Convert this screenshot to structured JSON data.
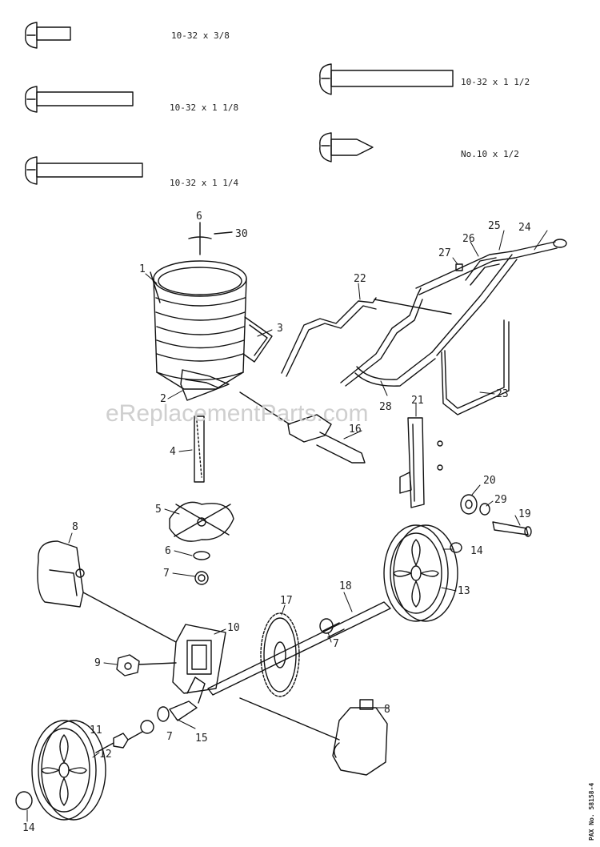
{
  "screws": {
    "s1": "10-32 x 3/8",
    "s2": "10-32 x 1 1/8",
    "s3": "10-32 x 1 1/4",
    "s4": "10-32 x 1 1/2",
    "s5": "No.10 x 1/2"
  },
  "labels": {
    "p1": "1",
    "p2": "2",
    "p3": "3",
    "p4": "4",
    "p5": "5",
    "p6": "6",
    "p6b": "6",
    "p7a": "7",
    "p7b": "7",
    "p7c": "7",
    "p8a": "8",
    "p8b": "8",
    "p9": "9",
    "p10": "10",
    "p11": "11",
    "p12": "12",
    "p13": "13",
    "p14a": "14",
    "p14b": "14",
    "p15": "15",
    "p16": "16",
    "p17": "17",
    "p18": "18",
    "p19": "19",
    "p20": "20",
    "p21": "21",
    "p22": "22",
    "p23": "23",
    "p24": "24",
    "p25": "25",
    "p26": "26",
    "p27": "27",
    "p28": "28",
    "p29": "29",
    "p30": "30"
  },
  "watermark": "eReplacementParts.com",
  "corner_code": "PAX No. 58158-4"
}
